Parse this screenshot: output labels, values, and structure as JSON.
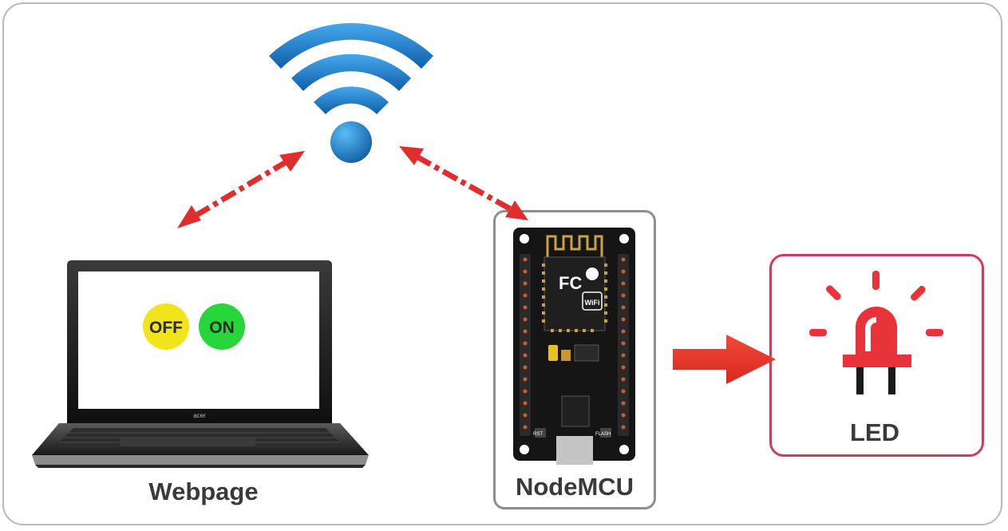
{
  "labels": {
    "webpage": "Webpage",
    "nodemcu": "NodeMCU",
    "led": "LED"
  },
  "screen_buttons": {
    "off": "OFF",
    "on": "ON"
  },
  "icons": {
    "wifi": "wifi-icon",
    "laptop": "laptop-icon",
    "board": "nodemcu-board-icon",
    "led": "led-light-icon"
  },
  "colors": {
    "wifi_blue": "#1a78c2",
    "arrow_red": "#e02e2e",
    "off_button": "#f2e41a",
    "on_button": "#27d63b",
    "led_red": "#e8333a",
    "led_frame": "#d23a5c",
    "board_frame": "#8e8e8e"
  }
}
